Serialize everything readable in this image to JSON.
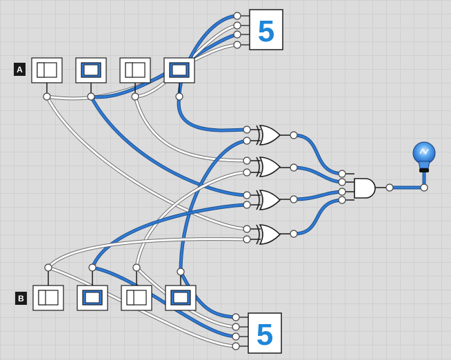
{
  "inputs": {
    "a": {
      "tag": "A",
      "switches": [
        false,
        true,
        false,
        true
      ]
    },
    "b": {
      "tag": "B",
      "switches": [
        false,
        true,
        false,
        true
      ]
    }
  },
  "displays": {
    "top": {
      "value": "5"
    },
    "bottom": {
      "value": "5"
    }
  },
  "gates": [
    "xor",
    "xor",
    "xor",
    "xor",
    "and"
  ],
  "output": {
    "lamp_on": true
  },
  "colors": {
    "wire_on": "#2f7ad6",
    "wire_off": "#ffffff",
    "digit": "#1e86d8",
    "lamp": "#3a8fe8"
  }
}
